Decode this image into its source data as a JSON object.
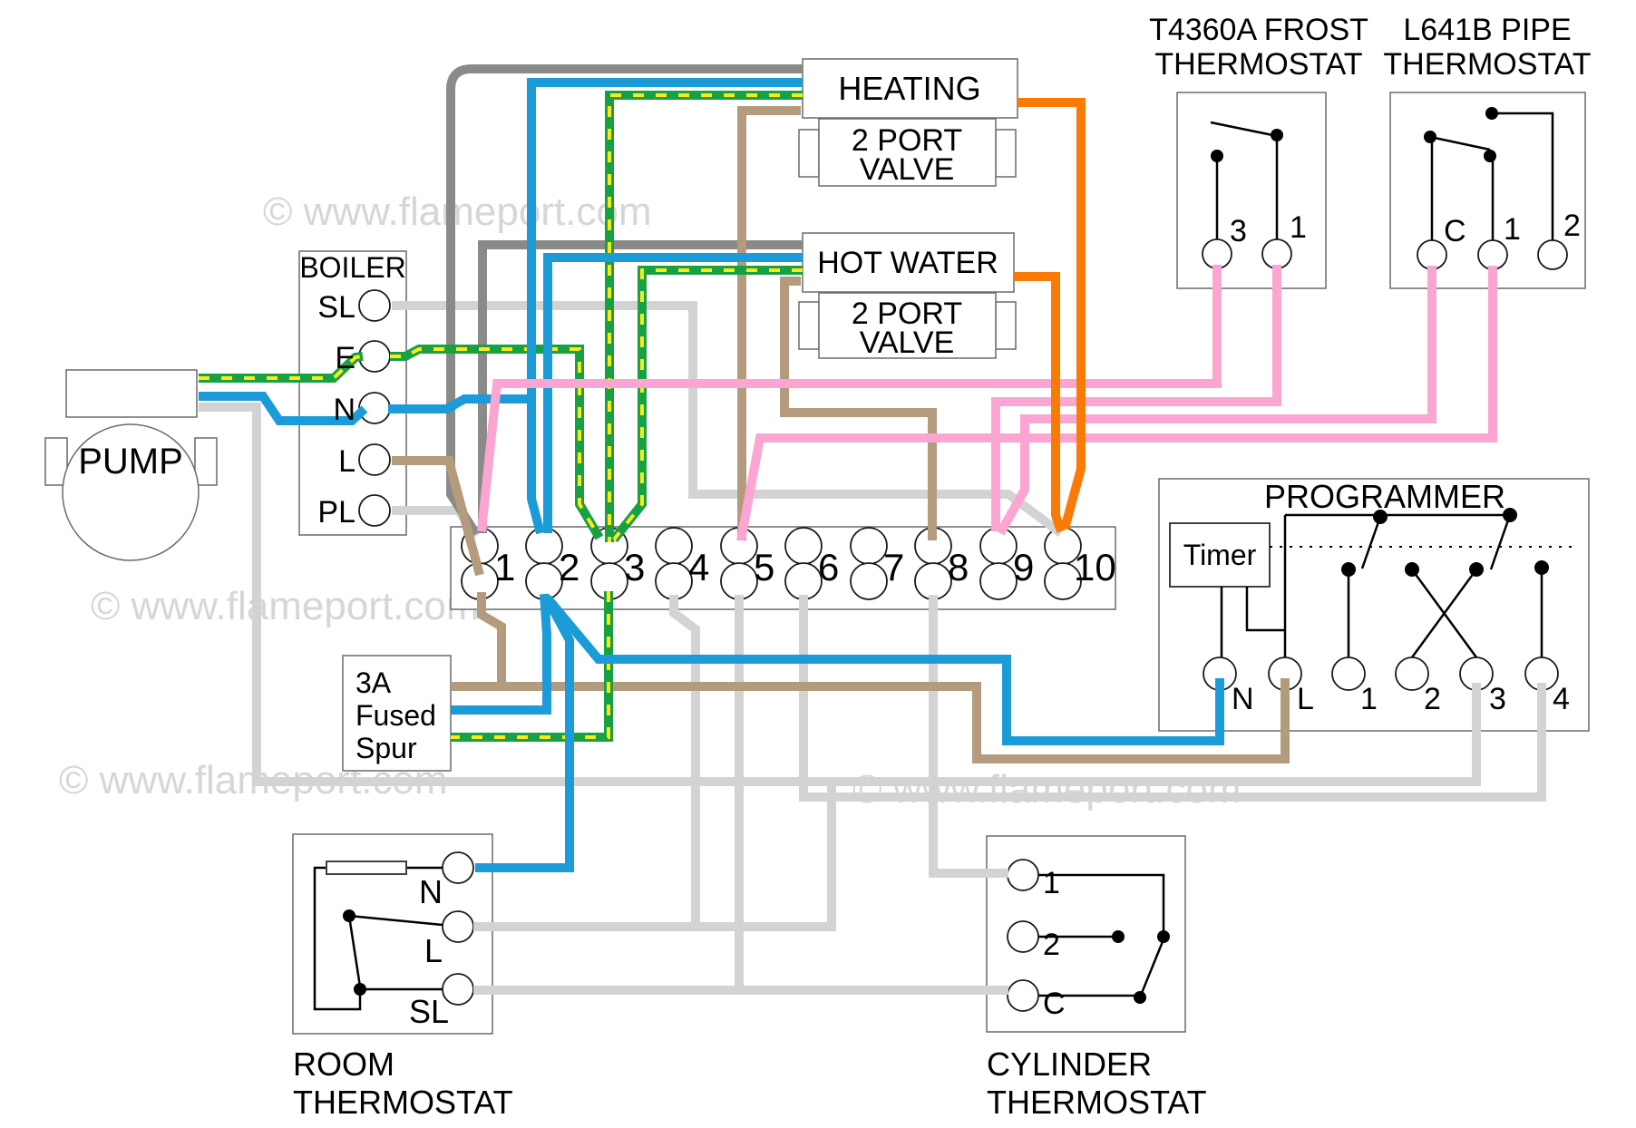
{
  "watermark": {
    "text": "© www.flameport.com"
  },
  "wire_colors": {
    "permanent_live_brown": "#b49b7d",
    "neutral_blue": "#1b9cd8",
    "earth_green": "#17a143",
    "earth_yellow": "#ffe81a",
    "valve_grey": "#8a8a8a",
    "switch_wire_light_grey": "#d3d3d3",
    "thermostat_pink": "#fba6d2",
    "valve_orange": "#f97b06"
  },
  "components": {
    "pump": {
      "label": "PUMP"
    },
    "boiler": {
      "title": "BOILER",
      "terminals": [
        "SL",
        "E",
        "N",
        "L",
        "PL"
      ]
    },
    "heating_valve": {
      "title": "HEATING",
      "valve_line1": "2 PORT",
      "valve_line2": "VALVE"
    },
    "hot_water_valve": {
      "title": "HOT WATER",
      "valve_line1": "2 PORT",
      "valve_line2": "VALVE"
    },
    "frost_thermostat": {
      "title_line1": "T4360A FROST",
      "title_line2": "THERMOSTAT",
      "terminals": [
        "3",
        "1"
      ]
    },
    "pipe_thermostat": {
      "title_line1": "L641B PIPE",
      "title_line2": "THERMOSTAT",
      "terminals": [
        "C",
        "1",
        "2"
      ]
    },
    "programmer": {
      "title": "PROGRAMMER",
      "timer_label": "Timer",
      "terminals": [
        "N",
        "L",
        "1",
        "2",
        "3",
        "4"
      ]
    },
    "terminal_strip": {
      "terminals": [
        "1",
        "2",
        "3",
        "4",
        "5",
        "6",
        "7",
        "8",
        "9",
        "10"
      ]
    },
    "fused_spur": {
      "line1": "3A",
      "line2": "Fused",
      "line3": "Spur"
    },
    "room_thermostat": {
      "title_line1": "ROOM",
      "title_line2": "THERMOSTAT",
      "terminals": [
        "N",
        "L",
        "SL"
      ]
    },
    "cylinder_thermostat": {
      "title_line1": "CYLINDER",
      "title_line2": "THERMOSTAT",
      "terminals": [
        "1",
        "2",
        "C"
      ]
    }
  },
  "connections": [
    "pump E/N/grey to boiler and switched-live run",
    "boiler SL to terminal 10",
    "boiler E to terminal 3",
    "boiler N to terminal 2",
    "boiler L to terminal 1",
    "heating valve grey/blue/earth to terminals 1/2/3, brown to terminal 5, orange to terminal 10",
    "hot water valve grey/blue/earth to terminals 1/2/3, brown to terminal 8, orange to terminal 10",
    "frost thermostat 3 to terminal 1, 1 to terminal 9",
    "pipe thermostat C to terminal 9, 1 to terminal 5",
    "3A fused spur L/N/E to terminals 1/2/3 and programmer N/L",
    "terminal 2 to room thermostat N",
    "terminal 4 to room thermostat L",
    "terminal 5 to room thermostat SL",
    "terminal 6 to programmer 4",
    "terminal 8 to cylinder thermostat 1",
    "room thermostat SL to cylinder thermostat C",
    "room thermostat L run to programmer 3 and pump"
  ]
}
